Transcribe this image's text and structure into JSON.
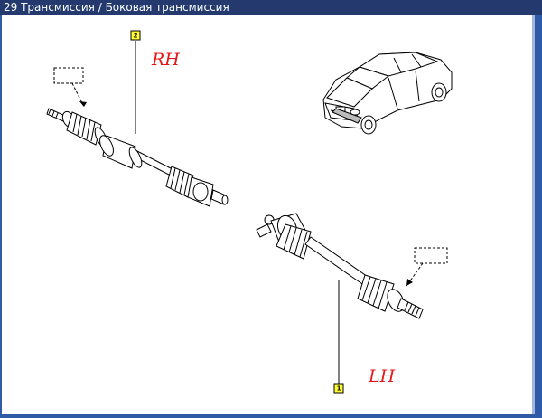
{
  "window": {
    "title": "29 Трансмиссия / Боковая трансмиссия"
  },
  "callouts": [
    {
      "number": "2",
      "annotation": "RH"
    },
    {
      "number": "1",
      "annotation": "LH"
    }
  ],
  "colors": {
    "titlebar": "#243a6e",
    "frame": "#2f5aa6",
    "callout_fill": "#ffff33",
    "annotation": "#e31818"
  }
}
